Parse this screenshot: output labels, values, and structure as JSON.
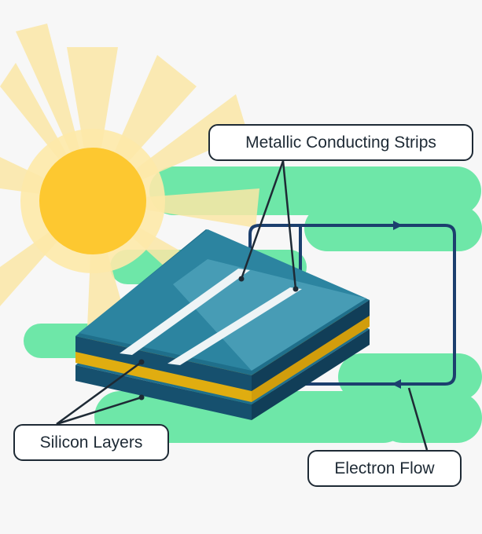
{
  "labels": {
    "strips": "Metallic Conducting Strips",
    "silicon": "Silicon Layers",
    "flow": "Electron Flow"
  },
  "colors": {
    "background": "#f7f7f7",
    "sun": "#fdc830",
    "sun_rays": "#fbe7a6",
    "wind": "#6ee7a8",
    "panel_top": "#1f6f8b",
    "panel_glass": "#5fb0c6",
    "panel_side": "#174e6b",
    "silicon_yellow": "#f5c518",
    "strip": "#eef4f6",
    "wire": "#1c3f6e",
    "leader_line": "#1e2a35"
  },
  "icons": [
    "sun-icon",
    "solar-panel-icon",
    "wind-streaks-icon",
    "arrow-icon"
  ]
}
